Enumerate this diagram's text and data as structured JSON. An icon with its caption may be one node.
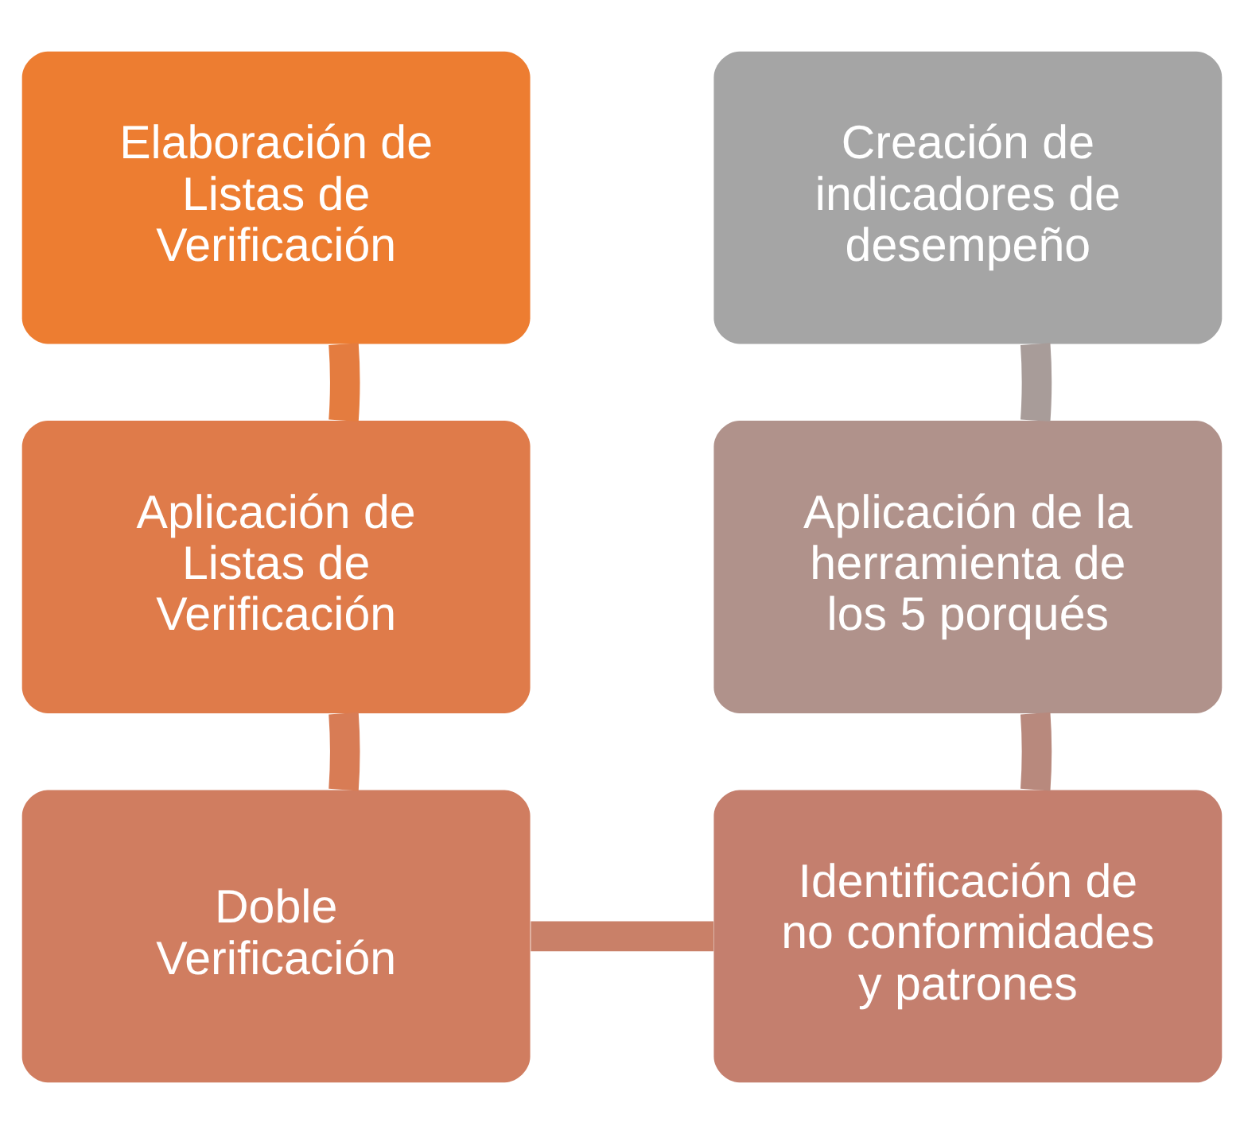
{
  "diagram": {
    "nodes": [
      {
        "text": [
          "Elaboración de Listas de Verificación"
        ]
      },
      {
        "text": [
          "Creación de indicadores de desempeño"
        ]
      },
      {
        "text": [
          "Aplicación de Listas de Verificación"
        ]
      },
      {
        "text": [
          "Aplicación de la herramienta de los 5 porqués"
        ]
      },
      {
        "text": [
          "Doble Verificación"
        ]
      },
      {
        "text": [
          "Identificación de no conformidades y patrones"
        ]
      }
    ],
    "edges": [
      {
        "from": 0,
        "to": 2,
        "arrow": "none"
      },
      {
        "from": 2,
        "to": 4,
        "arrow": "none"
      },
      {
        "from": 4,
        "to": 5,
        "arrow": "none"
      },
      {
        "from": 5,
        "to": 3,
        "arrow": "none"
      },
      {
        "from": 3,
        "to": 1,
        "arrow": "none"
      }
    ]
  }
}
